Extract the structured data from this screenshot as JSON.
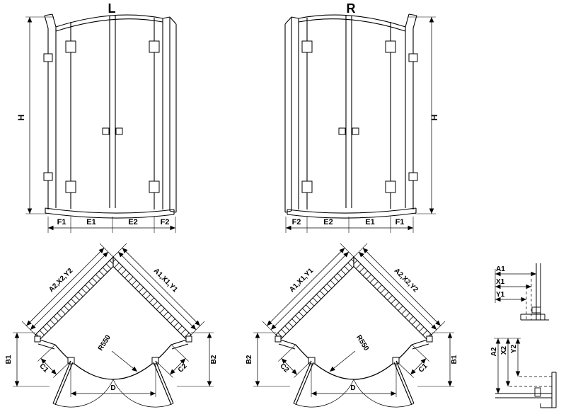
{
  "drawing": {
    "elevation_left": {
      "variant": "L",
      "height": "H",
      "dims": [
        "F1",
        "E1",
        "E2",
        "F2"
      ]
    },
    "elevation_right": {
      "variant": "R",
      "height": "H",
      "dims": [
        "F2",
        "E2",
        "E1",
        "F1"
      ]
    },
    "plan_left": {
      "wall_left": "A2,X2,Y2",
      "wall_right": "A1,X1,Y1",
      "side_left": "B1",
      "side_right": "B2",
      "corner_left": "C1",
      "corner_right": "C2",
      "radius": "R550",
      "entry_width": "D"
    },
    "plan_right": {
      "wall_left": "A1,X1,Y1",
      "wall_right": "A2,X2,Y2",
      "side_left": "B2",
      "side_right": "B1",
      "corner_left": "C2",
      "corner_right": "C1",
      "radius": "R550",
      "entry_width": "D"
    },
    "detail_horizontal": {
      "dims": [
        "A1",
        "X1",
        "Y1"
      ]
    },
    "detail_vertical": {
      "dims": [
        "A2",
        "X2",
        "Y2"
      ]
    }
  }
}
